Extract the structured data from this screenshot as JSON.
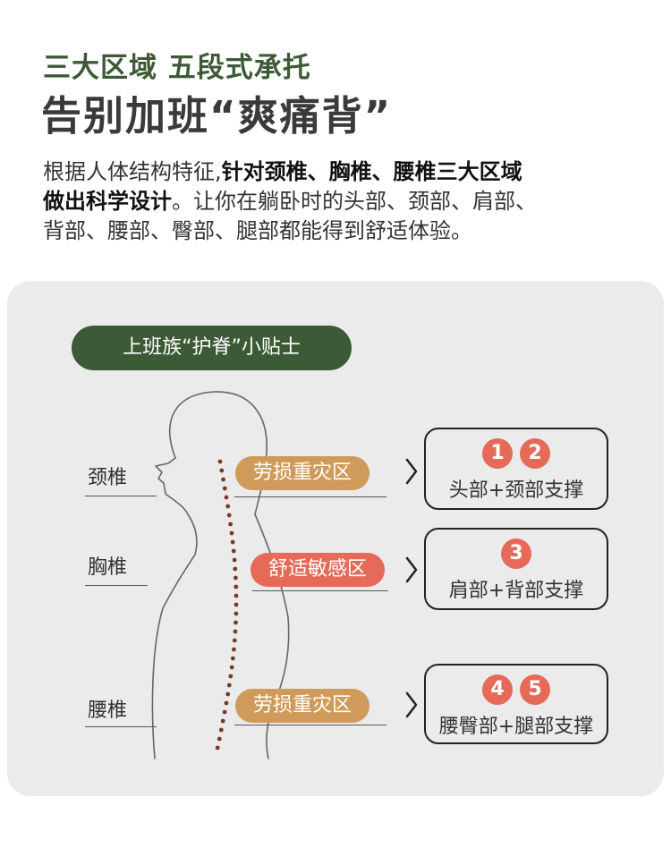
{
  "header": {
    "subtitle": "三大区域 五段式承托",
    "title": "告别加班“爽痛背”"
  },
  "description": {
    "line1_plain": "根据人体结构特征,",
    "line1_bold": "针对颈椎、胸椎、腰椎三大区域",
    "line2_bold": "做出科学设计",
    "line2_plain": "。让你在躺卧时的头部、颈部、肩部、",
    "line3": "背部、腰部、臀部、腿部都能得到舒适体验。"
  },
  "tips": {
    "pill_label": "上班族“护脊”小贴士",
    "rows": [
      {
        "label": "颈椎",
        "tag": "劳损重灾区",
        "numbers": [
          "1",
          "2"
        ],
        "result": "头部+颈部支撑"
      },
      {
        "label": "胸椎",
        "tag": "舒适敏感区",
        "numbers": [
          "3"
        ],
        "result": "肩部+背部支撑"
      },
      {
        "label": "腰椎",
        "tag": "劳损重灾区",
        "numbers": [
          "4",
          "5"
        ],
        "result": "腰臀部+腿部支撑"
      }
    ],
    "chevron": "›"
  },
  "colors": {
    "brand_green": "#3d5a37",
    "tag_brown": "#d09a5a",
    "tag_red": "#e56a58",
    "card_bg": "#ebebeb",
    "spine_dots": "#7a3b23"
  },
  "icons": [
    "body-silhouette-icon",
    "spine-dots-icon",
    "chevron-right-icon"
  ]
}
